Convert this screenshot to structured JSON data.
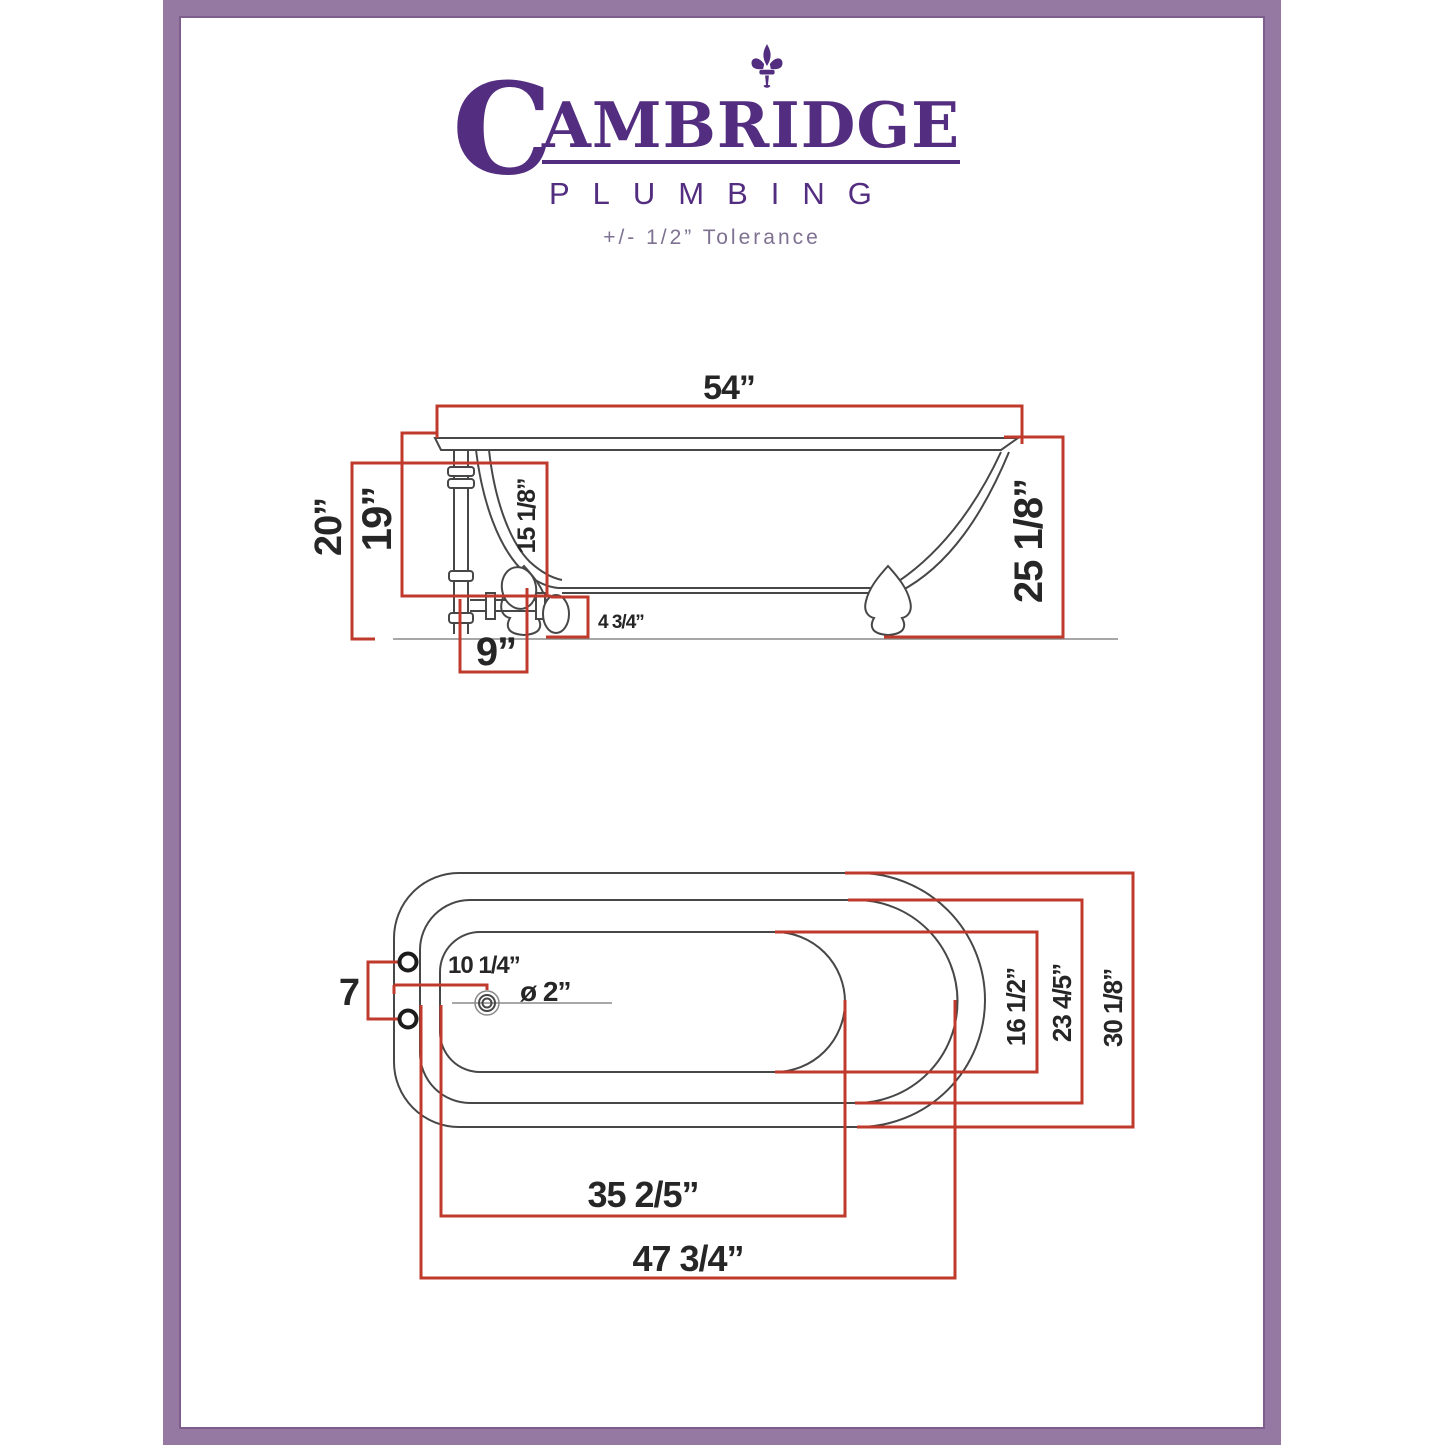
{
  "theme": {
    "bg": "#ffffff",
    "frame": "#9679a3",
    "frameDark": "#7d5e8c",
    "logo": "#532d80",
    "tol": "#7e7192",
    "red": "#c03a2c",
    "ink": "#474747",
    "label": "#262626"
  },
  "logo": {
    "fleur_icon": "fleur-de-lis",
    "name_initial": "C",
    "name_rest": "AMBRIDGE",
    "subtitle": "PLUMBING",
    "tolerance": "+/- 1/2” Tolerance"
  },
  "side_view": {
    "dims": {
      "rim_length": "54”",
      "height_to_floor": "20”",
      "height_to_drain": "19”",
      "overflow_height": "15 1/8”",
      "overall_height": "25 1/8”",
      "drain_setback": "4 3/4”",
      "drain_from_end": "9”"
    }
  },
  "top_view": {
    "dims": {
      "faucet_hole_spacing": "7",
      "faucet_to_drain": "10 1/4”",
      "drain_diameter": "ø 2”",
      "basin_width": "16 1/2”",
      "rim_inner_width": "23 4/5”",
      "overall_width": "30 1/8”",
      "basin_length": "35 2/5”",
      "overall_length": "47 3/4”"
    }
  }
}
